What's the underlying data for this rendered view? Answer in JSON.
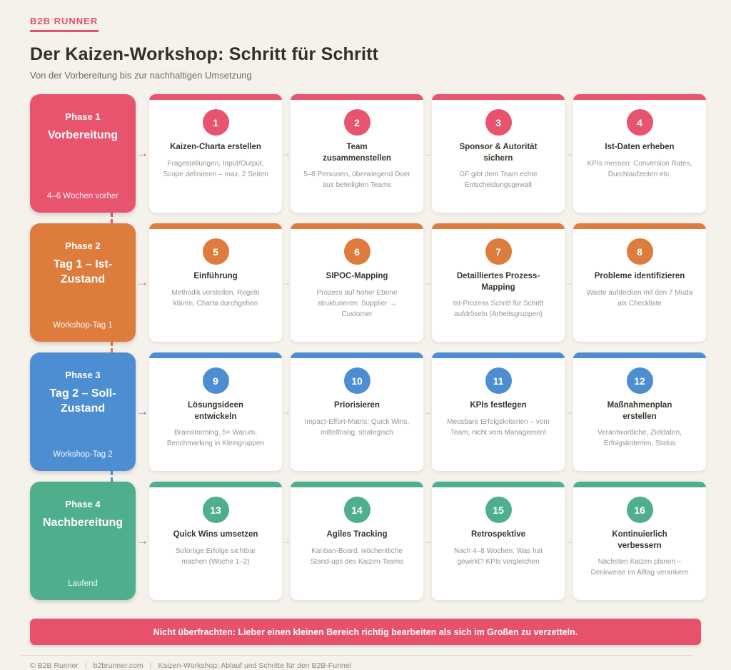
{
  "colors": {
    "pink": "#e8536d",
    "orange": "#dd7c3d",
    "blue": "#4d8ed3",
    "green": "#4fae8c"
  },
  "header": {
    "brand": "B2B RUNNER",
    "title": "Der Kaizen-Workshop: Schritt für Schritt",
    "subtitle": "Von der Vorbereitung bis zur nachhaltigen Umsetzung"
  },
  "flow_arrow": "→",
  "step_arrow": "→",
  "phases": [
    {
      "label": "Phase 1",
      "title": "Vorbereitung",
      "timing": "4–6 Wochen vorher",
      "accent": "pink",
      "steps": [
        {
          "num": "1",
          "title": "Kaizen-Charta erstellen",
          "desc": "Fragestellungen, Input/Output, Scope definieren – max. 2 Seiten"
        },
        {
          "num": "2",
          "title": "Team zusammenstellen",
          "desc": "5–8 Personen, überwiegend Doer aus beteiligten Teams"
        },
        {
          "num": "3",
          "title": "Sponsor & Autorität sichern",
          "desc": "GF gibt dem Team echte Entscheidungsgewalt"
        },
        {
          "num": "4",
          "title": "Ist-Daten erheben",
          "desc": "KPIs messen: Conversion Rates, Durchlaufzeiten etc."
        }
      ]
    },
    {
      "label": "Phase 2",
      "title": "Tag 1 – Ist-Zustand",
      "timing": "Workshop-Tag 1",
      "accent": "orange",
      "steps": [
        {
          "num": "5",
          "title": "Einführung",
          "desc": "Methodik vorstellen, Regeln klären, Charta durchgehen"
        },
        {
          "num": "6",
          "title": "SIPOC-Mapping",
          "desc": "Prozess auf hoher Ebene strukturieren: Supplier → Customer"
        },
        {
          "num": "7",
          "title": "Detailliertes Prozess-Mapping",
          "desc": "Ist-Prozess Schritt für Schritt aufdröseln (Arbeitsgruppen)"
        },
        {
          "num": "8",
          "title": "Probleme identifizieren",
          "desc": "Waste aufdecken mit den 7 Muda als Checkliste"
        }
      ]
    },
    {
      "label": "Phase 3",
      "title": "Tag 2 – Soll-Zustand",
      "timing": "Workshop-Tag 2",
      "accent": "blue",
      "steps": [
        {
          "num": "9",
          "title": "Lösungsideen entwickeln",
          "desc": "Brainstorming, 5× Warum, Benchmarking in Kleingruppen"
        },
        {
          "num": "10",
          "title": "Priorisieren",
          "desc": "Impact-Effort-Matrix: Quick Wins, mittelfristig, strategisch"
        },
        {
          "num": "11",
          "title": "KPIs festlegen",
          "desc": "Messbare Erfolgskriterien – vom Team, nicht vom Management"
        },
        {
          "num": "12",
          "title": "Maßnahmenplan erstellen",
          "desc": "Verantwortliche, Zieldaten, Erfolgskriterien, Status"
        }
      ]
    },
    {
      "label": "Phase 4",
      "title": "Nachbereitung",
      "timing": "Laufend",
      "accent": "green",
      "steps": [
        {
          "num": "13",
          "title": "Quick Wins umsetzen",
          "desc": "Sofortige Erfolge sichtbar machen (Woche 1–2)"
        },
        {
          "num": "14",
          "title": "Agiles Tracking",
          "desc": "Kanban-Board, wöchentliche Stand-ups des Kaizen-Teams"
        },
        {
          "num": "15",
          "title": "Retrospektive",
          "desc": "Nach 4–8 Wochen: Was hat gewirkt? KPIs vergleichen"
        },
        {
          "num": "16",
          "title": "Kontinuierlich verbessern",
          "desc": "Nächsten Kaizen planen – Denkweise im Alltag verankern"
        }
      ]
    }
  ],
  "banner": {
    "text": "Nicht überfrachten: Lieber einen kleinen Bereich richtig bearbeiten als sich im Großen zu verzetteln."
  },
  "footer": {
    "copyright": "© B2B Runner",
    "separator": "|",
    "domain": "b2brunner.com",
    "description": "Kaizen-Workshop: Ablauf und Schritte für den B2B-Funnel"
  }
}
